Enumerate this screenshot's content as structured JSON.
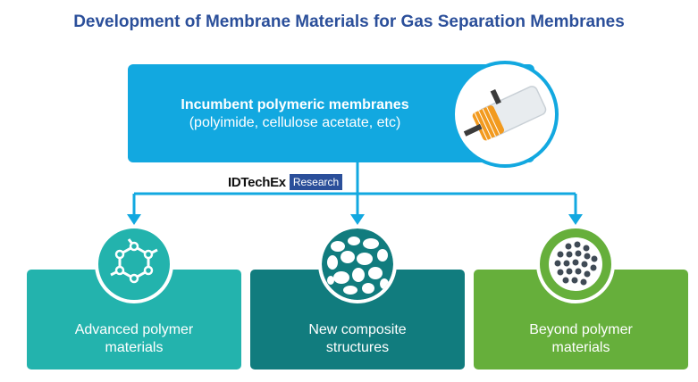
{
  "title": "Development of Membrane Materials for Gas Separation Membranes",
  "top": {
    "line1": "Incumbent polymeric membranes",
    "line2": "(polyimide, cellulose acetate, etc)",
    "color": "#12a8e0"
  },
  "logo": {
    "brand": "IDTechEx",
    "tag": "Research"
  },
  "branches": [
    {
      "line1": "Advanced polymer",
      "line2": "materials",
      "color": "#23b3ad",
      "icon": "polymer-ring-icon"
    },
    {
      "line1": "New composite",
      "line2": "structures",
      "color": "#117c7e",
      "icon": "porous-structure-icon"
    },
    {
      "line1": "Beyond polymer",
      "line2": "materials",
      "color": "#66af3b",
      "icon": "particle-grid-icon"
    }
  ]
}
